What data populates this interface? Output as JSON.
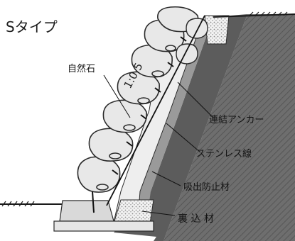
{
  "diagram": {
    "title": "Sタイプ",
    "slope_ratio": "1:0.5",
    "labels": {
      "natural_stone": "自然石",
      "connecting_anchor": "連結アンカー",
      "stainless_wire": "ステンレス線",
      "suction_prevention": "吸出防止材",
      "backfill": "裏 込 材"
    },
    "stone_count": 7,
    "colors": {
      "background": "#ffffff",
      "ground_hatch": "#2a2a2a",
      "stone_fill": "#e8e8e8",
      "stone_outline": "#2b2b2b",
      "anchor_band": "#eeeeee",
      "anchor_line": "#111111",
      "filter_band": "#9a9a9a",
      "backfill_zone": "#5c5c5c",
      "gravel": "#f2f2f2",
      "footing": "#d9d9d9"
    }
  }
}
